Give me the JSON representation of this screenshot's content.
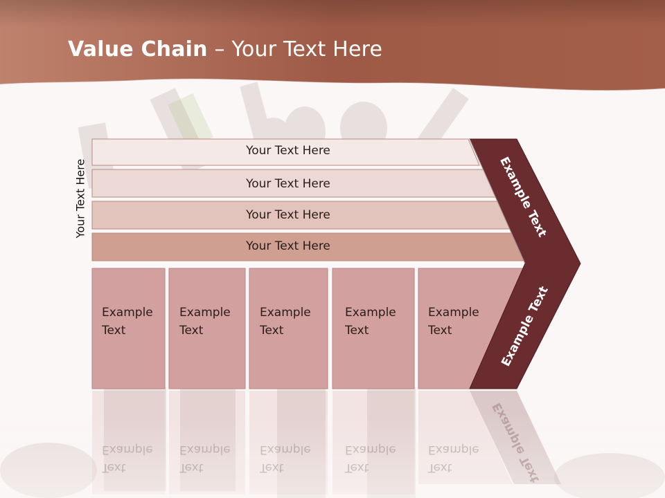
{
  "slide": {
    "title_bold": "Value Chain",
    "title_rest": " – Your Text Here",
    "side_label": "Your Text Here"
  },
  "bars": [
    {
      "label": "Your Text Here",
      "fill": "#f4e9e7"
    },
    {
      "label": "Your Text Here",
      "fill": "#ecd9d5"
    },
    {
      "label": "Your Text Here",
      "fill": "#e2c4bc"
    },
    {
      "label": "Your Text Here",
      "fill": "#cf9f91"
    }
  ],
  "boxes": [
    {
      "label_line1": "Example",
      "label_line2": "Text"
    },
    {
      "label_line1": "Example",
      "label_line2": "Text"
    },
    {
      "label_line1": "Example",
      "label_line2": "Text"
    },
    {
      "label_line1": "Example",
      "label_line2": "Text"
    },
    {
      "label_line1": "Example",
      "label_line2": "Text"
    }
  ],
  "chevron": {
    "upper_label": "Example Text",
    "lower_label": "Example Text",
    "fill": "#6a2c2e"
  },
  "colors": {
    "header": "#a5634f",
    "box_fill": "#d3a0a0",
    "box_stroke": "#b98686"
  }
}
